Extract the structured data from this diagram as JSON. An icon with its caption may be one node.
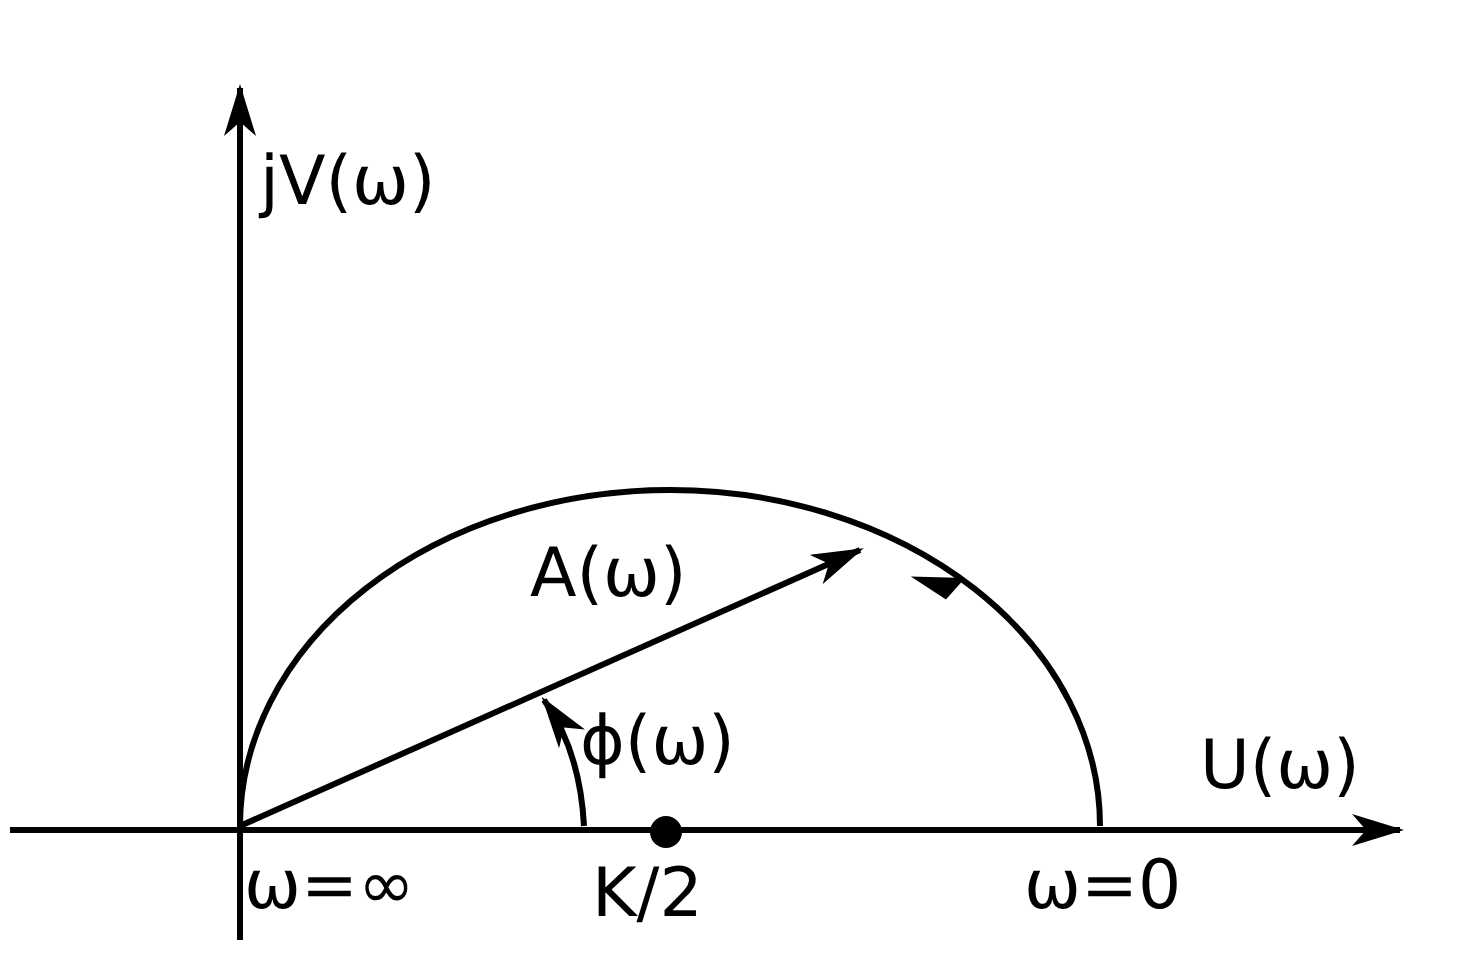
{
  "diagram": {
    "labels": [
      "jV(ω)",
      "A(ω)",
      "ϕ(ω)",
      "U(ω)",
      "ω=∞",
      "K/2",
      "ω=0"
    ]
  }
}
